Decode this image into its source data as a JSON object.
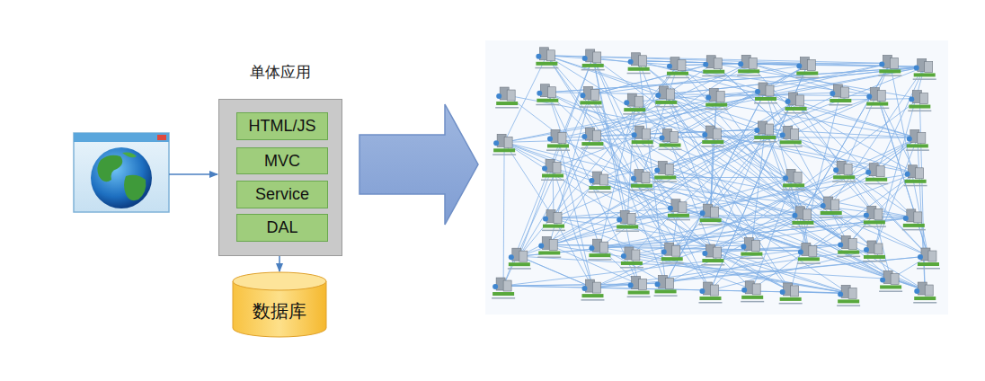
{
  "diagram": {
    "nodes": [
      {
        "text": [
          "单体应用"
        ]
      },
      {
        "text": [
          "HTML/JS"
        ],
        "in": 0
      },
      {
        "text": [
          "MVC"
        ],
        "in": 0
      },
      {
        "text": [
          "Service"
        ],
        "in": 0
      },
      {
        "text": [
          "DAL"
        ],
        "in": 0
      },
      {
        "text": [
          "数据库"
        ]
      }
    ],
    "edges": [
      {
        "from": 0,
        "to": 5,
        "arrow": "to"
      }
    ]
  }
}
